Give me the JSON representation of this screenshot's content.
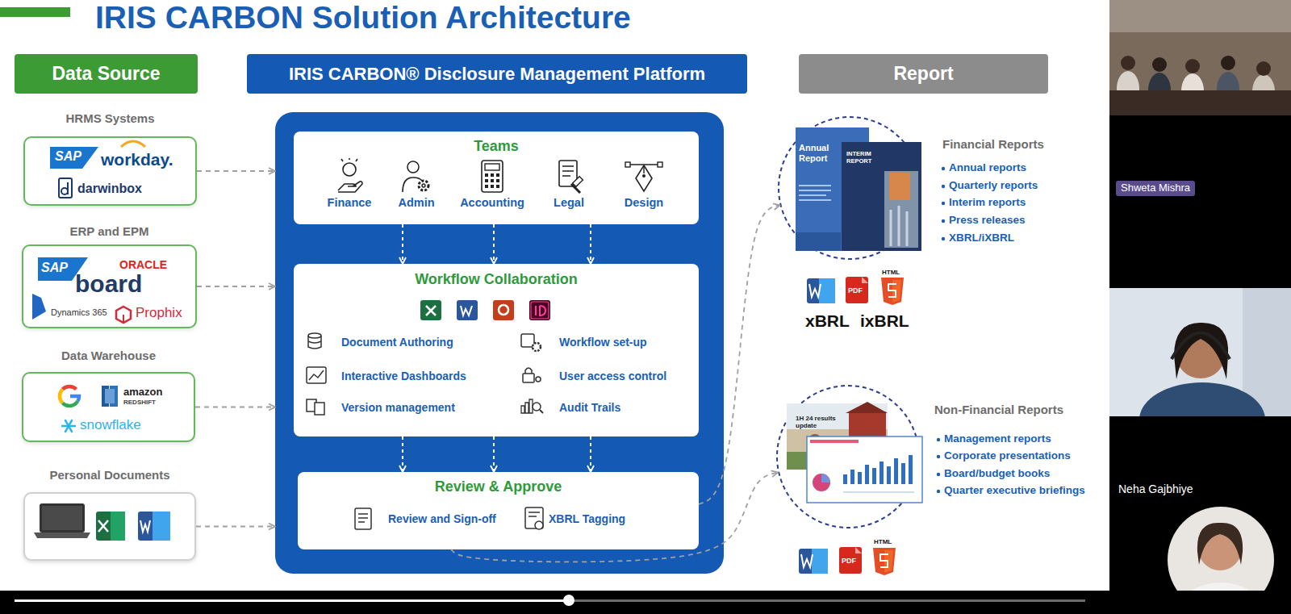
{
  "diagram": {
    "title": "IRIS CARBON Solution Architecture",
    "nodes": [
      {
        "text": [
          "Data Source"
        ]
      },
      {
        "text": [
          "IRIS CARBON® Disclosure Management Platform"
        ]
      },
      {
        "text": [
          "Report"
        ]
      },
      {
        "text": [
          "HRMS Systems",
          "SAP",
          "workday.",
          "darwinbox"
        ]
      },
      {
        "text": [
          "ERP and EPM",
          "SAP",
          "ORACLE",
          "board",
          "Dynamics 365",
          "Prophix"
        ]
      },
      {
        "text": [
          "Data Warehouse",
          "amazon",
          "REDSHIFT",
          "snowflake"
        ]
      },
      {
        "text": [
          "Personal Documents"
        ]
      },
      {
        "text": []
      },
      {
        "text": [
          "Teams",
          "Finance",
          "Admin",
          "Accounting",
          "Legal",
          "Design"
        ],
        "in": 7
      },
      {
        "text": [
          "Workflow Collaboration",
          "Document Authoring",
          "Workflow set-up",
          "Interactive Dashboards",
          "User access control",
          "Version management",
          "Audit Trails"
        ],
        "in": 7
      },
      {
        "text": [
          "Review & Approve",
          "Review and Sign-off",
          "XBRL Tagging"
        ],
        "in": 7
      },
      {
        "text": [
          "Annual Report",
          "INTERIM REPORT"
        ]
      },
      {
        "text": [
          "1H 24 results update"
        ]
      }
    ],
    "edges": [
      {
        "from": 3,
        "to": 7,
        "arrow": "to"
      },
      {
        "from": 4,
        "to": 7,
        "arrow": "to"
      },
      {
        "from": 5,
        "to": 7,
        "arrow": "to"
      },
      {
        "from": 6,
        "to": 7,
        "arrow": "to"
      },
      {
        "from": 8,
        "to": 9,
        "arrow": "to"
      },
      {
        "from": 8,
        "to": 9,
        "arrow": "to"
      },
      {
        "from": 8,
        "to": 9,
        "arrow": "to"
      },
      {
        "from": 9,
        "to": 10,
        "arrow": "to"
      },
      {
        "from": 9,
        "to": 10,
        "arrow": "to"
      },
      {
        "from": 9,
        "to": 10,
        "arrow": "to"
      },
      {
        "from": 10,
        "to": 11,
        "arrow": "to"
      },
      {
        "from": 10,
        "to": 12,
        "arrow": "to"
      }
    ],
    "labels": [
      "Financial Reports",
      "Annual reports",
      "Quarterly reports",
      "Interim reports",
      "Press releases",
      "XBRL/iXBRL",
      "PDF",
      "HTML",
      "xBRL",
      "ixBRL",
      "Non-Financial Reports",
      "Management reports",
      "Corporate presentations",
      "Board/budget books",
      "Quarter executive briefings",
      "PDF",
      "HTML",
      "Shweta Mishra",
      "Neha Gajbhiye"
    ]
  }
}
